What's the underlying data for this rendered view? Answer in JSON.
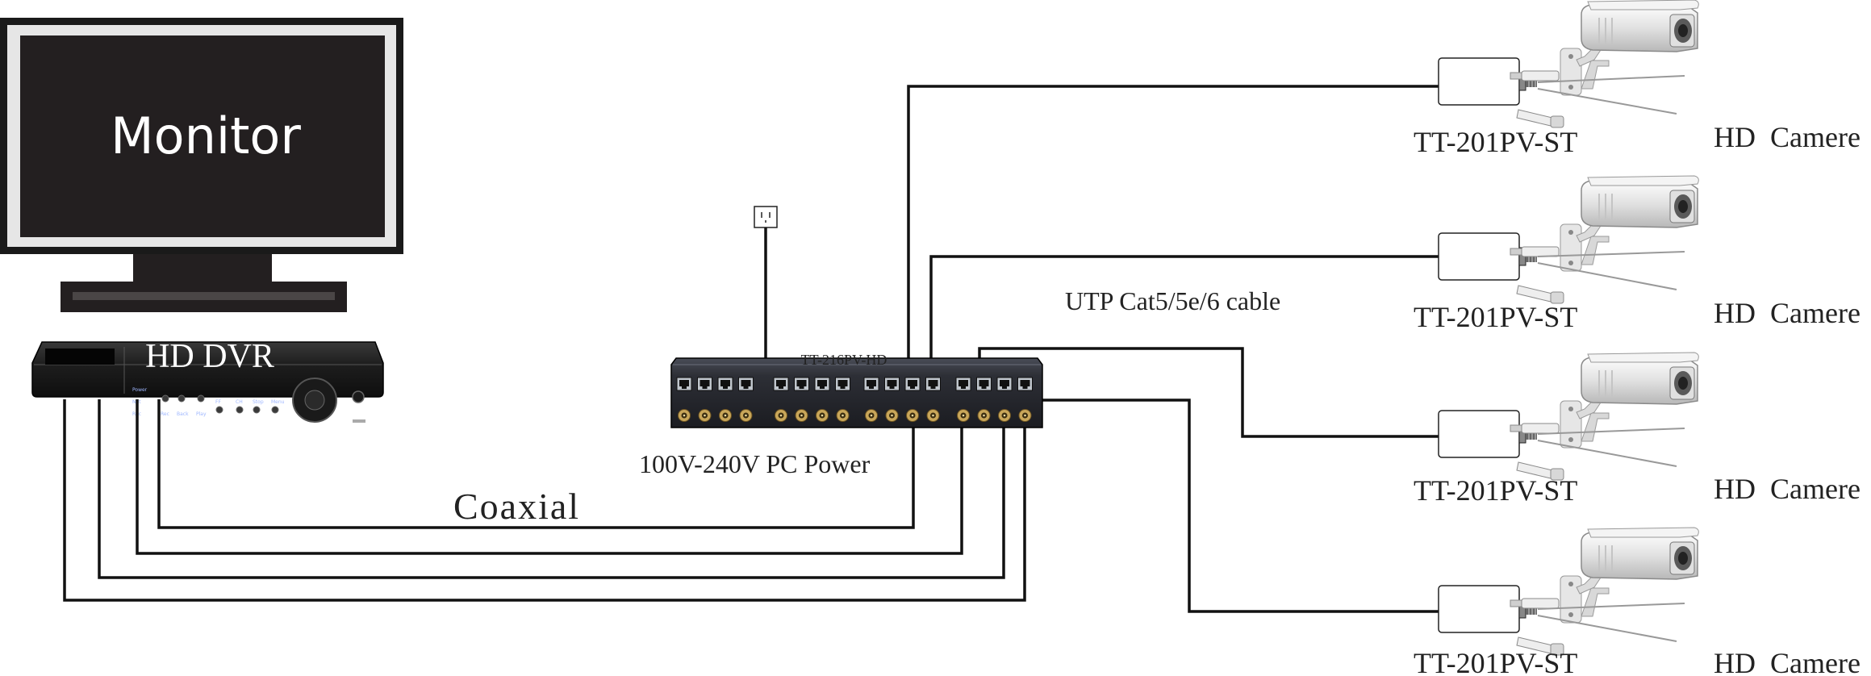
{
  "monitor": {
    "label": "Monitor"
  },
  "dvr": {
    "label": "HD DVR",
    "panel_labels": [
      "Power",
      "Net",
      "Rec",
      "Rec",
      "Back",
      "Play",
      "FF",
      "CH",
      "Stop",
      "Menu"
    ]
  },
  "hub": {
    "model": "TT-216PV-HD",
    "power_label": "100V-240V PC Power"
  },
  "cable_labels": {
    "coaxial": "Coaxial",
    "utp": "UTP Cat5/5e/6 cable"
  },
  "endpoints": [
    {
      "transceiver": "TT-201PV-ST",
      "camera": "HD  Camere"
    },
    {
      "transceiver": "TT-201PV-ST",
      "camera": "HD  Camere"
    },
    {
      "transceiver": "TT-201PV-ST",
      "camera": "HD  Camere"
    },
    {
      "transceiver": "TT-201PV-ST",
      "camera": "HD  Camere"
    }
  ],
  "colors": {
    "device_dark": "#231f20",
    "monitor_frame": "#1a1a1a",
    "monitor_bezel": "#e6e6e6",
    "hub_body": "#2a2c33",
    "camera_body": "#e9e9e9",
    "wire": "#111111"
  }
}
